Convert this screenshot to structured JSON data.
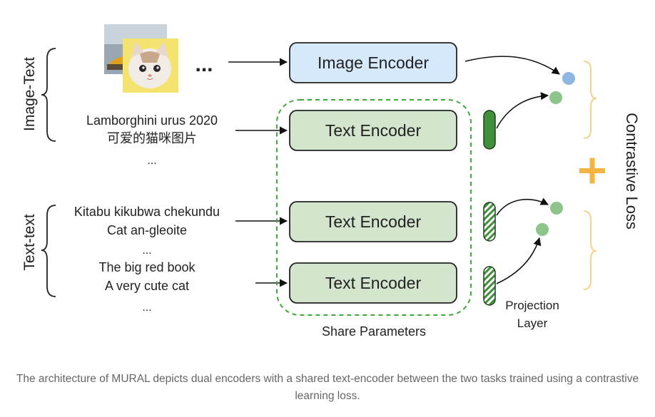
{
  "groups": {
    "image_text": "Image-Text",
    "text_text": "Text-text"
  },
  "inputs": {
    "ellipsis_images": "...",
    "image_text_line1": "Lamborghini urus 2020",
    "image_text_line2": "可爱的猫咪图片",
    "image_text_more": "...",
    "text_text_a_line1": "Kitabu kikubwa chekundu",
    "text_text_a_line2": "Cat an-gleoite",
    "text_text_more": "...",
    "text_text_b_line1": "The big red book",
    "text_text_b_line2": "A very cute cat",
    "text_text_b_more": "..."
  },
  "encoders": {
    "image": "Image Encoder",
    "text_1": "Text Encoder",
    "text_2": "Text Encoder",
    "text_3": "Text Encoder"
  },
  "labels": {
    "share_parameters": "Share Parameters",
    "projection_line1": "Projection",
    "projection_line2": "Layer",
    "contrastive_loss": "Contrastive Loss",
    "plus": "+"
  },
  "caption": "The architecture of MURAL depicts dual encoders with a shared text-encoder between the two tasks trained using a contrastive learning loss.",
  "colors": {
    "image_encoder_fill": "#d6e9fb",
    "text_encoder_fill": "#d3e5cd",
    "projection_green": "#3f8f3b",
    "dashed_green": "#3fa93a",
    "blue_dot": "#8fb6e0",
    "green_dot": "#8cc48a",
    "brace_orange": "#f5d28a",
    "plus_orange": "#f3b441"
  },
  "icons": {
    "images": "image-thumbnails-icon"
  }
}
